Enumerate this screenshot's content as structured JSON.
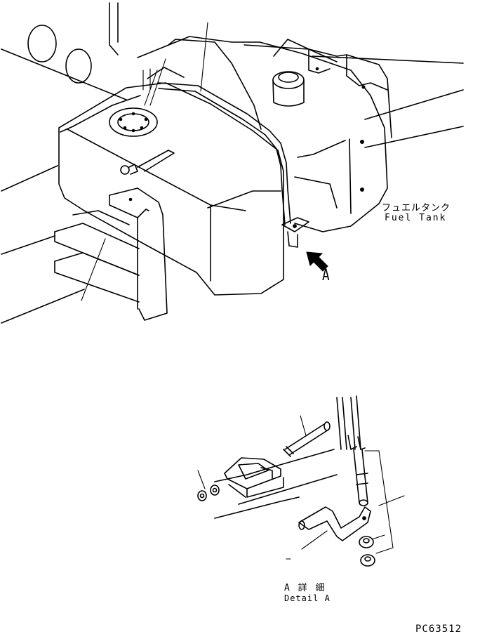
{
  "labels": {
    "fuel_tank_jp": "フュエルタンク",
    "fuel_tank_en": "Fuel Tank",
    "view_marker": "A",
    "detail_jp": "A 詳 細",
    "detail_en": "Detail A",
    "drawing_code": "PC63512"
  }
}
